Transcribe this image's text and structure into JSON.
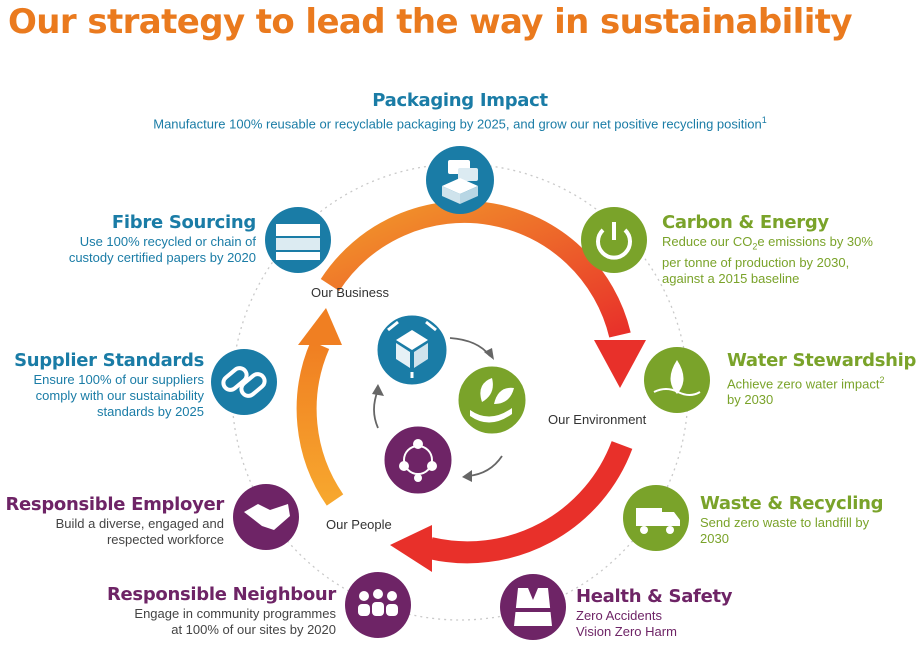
{
  "title": "Our strategy to lead the way in sustainability",
  "colors": {
    "orange": "#ea7a1e",
    "blue": "#1a7ca6",
    "green": "#7aa32a",
    "purple": "#6e2466",
    "arrow_red": "#e8302a"
  },
  "ring_labels": {
    "business": "Our Business",
    "environment": "Our Environment",
    "people": "Our People"
  },
  "goals": {
    "packaging": {
      "heading": "Packaging Impact",
      "text": "Manufacture 100% reusable or recyclable packaging by 2025, and grow our net positive recycling position",
      "footnote": "1",
      "icon": "packaging-icon"
    },
    "fibre": {
      "heading": "Fibre Sourcing",
      "lines": [
        "Use 100% recycled or chain of",
        "custody certified papers by 2020"
      ],
      "icon": "paper-stack-icon"
    },
    "supplier": {
      "heading": "Supplier Standards",
      "lines": [
        "Ensure 100% of our suppliers",
        "comply with our sustainability",
        "standards by 2025"
      ],
      "icon": "chain-link-icon"
    },
    "employer": {
      "heading": "Responsible Employer",
      "lines": [
        "Build a diverse, engaged and",
        "respected workforce"
      ],
      "icon": "handshake-icon"
    },
    "neighbour": {
      "heading": "Responsible Neighbour",
      "lines": [
        "Engage in community programmes",
        "at 100% of our sites by 2020"
      ],
      "icon": "community-icon"
    },
    "carbon": {
      "heading": "Carbon & Energy",
      "line1_pre": "Reduce our CO",
      "line1_sub": "2",
      "line1_post": "e emissions by 30%",
      "lines": [
        "per tonne of production by 2030,",
        "against a 2015 baseline"
      ],
      "icon": "power-icon"
    },
    "water": {
      "heading": "Water Stewardship",
      "line1": "Achieve zero water impact",
      "footnote": "2",
      "line2": "by 2030",
      "icon": "water-drop-icon"
    },
    "waste": {
      "heading": "Waste & Recycling",
      "lines": [
        "Send zero waste to landfill by",
        "2030"
      ],
      "icon": "recycling-truck-icon"
    },
    "health": {
      "heading": "Health & Safety",
      "lines": [
        "Zero Accidents",
        "Vision Zero Harm"
      ],
      "icon": "safety-vest-icon"
    }
  },
  "center_icons": [
    "recycle-box-icon",
    "leaf-hand-icon",
    "people-network-icon"
  ]
}
